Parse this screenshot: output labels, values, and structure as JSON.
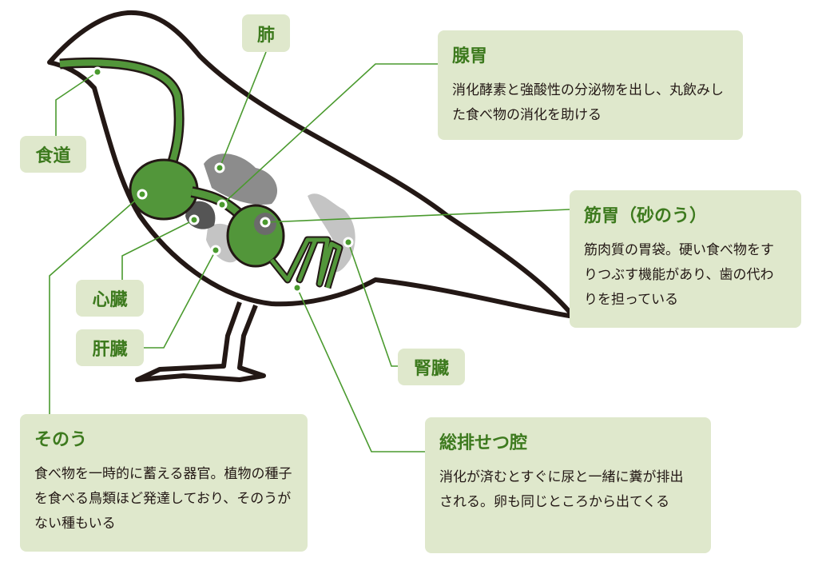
{
  "labels": {
    "lung": "肺",
    "esophagus": "食道",
    "heart": "心臓",
    "liver": "肝臓",
    "kidney": "腎臓"
  },
  "cards": {
    "proventriculus": {
      "title": "腺胃",
      "desc": "消化酵素と強酸性の分泌物を出し、丸飲みした食べ物の消化を助ける"
    },
    "gizzard": {
      "title": "筋胃（砂のう）",
      "desc": "筋肉質の胃袋。硬い食べ物をすりつぶす機能があり、歯の代わりを担っている"
    },
    "crop": {
      "title": "そのう",
      "desc": "食べ物を一時的に蓄える器官。植物の種子を食べる鳥類ほど発達しており、そのうがない種もいる"
    },
    "cloaca": {
      "title": "総排せつ腔",
      "desc": "消化が済むとすぐに尿と一緒に糞が排出される。卵も同じところから出てくる"
    }
  },
  "colors": {
    "organ_green": "#52963a",
    "title_green": "#3d7a1e",
    "box_bg": "#dfe8cc",
    "outline": "#231815"
  }
}
